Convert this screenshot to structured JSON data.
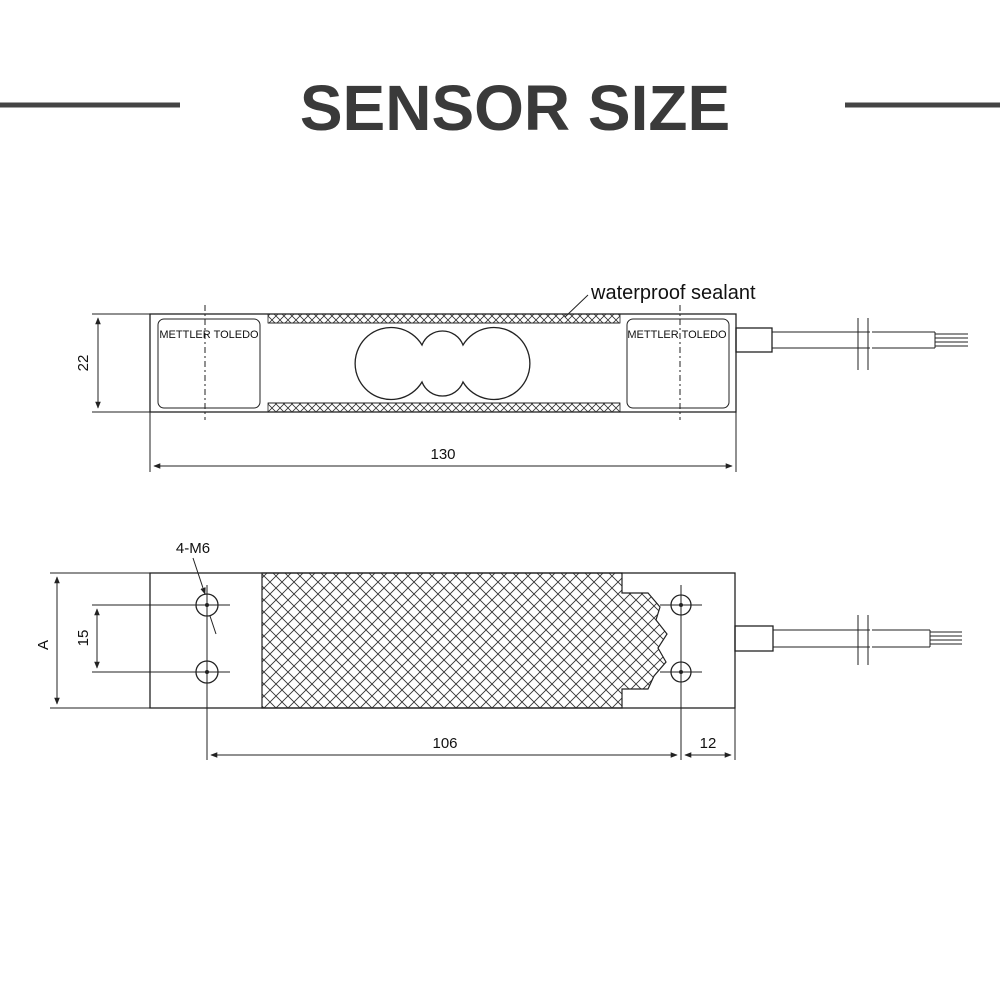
{
  "title": "SENSOR SIZE",
  "side_view": {
    "brand_left": "METTLER TOLEDO",
    "brand_right": "METTLER TOLEDO",
    "sealant_label": "waterproof sealant",
    "height_dim": "22",
    "length_dim": "130"
  },
  "top_view": {
    "hole_label": "4-M6",
    "width_dim": "A",
    "hole_spacing_dim": "15",
    "hole_span_dim": "106",
    "end_offset_dim": "12"
  }
}
